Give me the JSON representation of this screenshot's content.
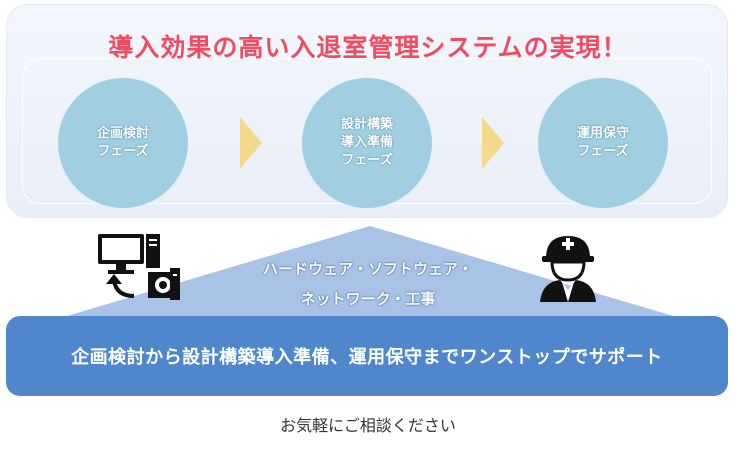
{
  "headline": "導入効果の高い入退室管理システムの実現！",
  "phases": [
    {
      "label": "企画検討\nフェーズ"
    },
    {
      "label": "設計構築\n導入準備\nフェーズ"
    },
    {
      "label": "運用保守\nフェーズ"
    }
  ],
  "triangle_text": {
    "line1": "ハードウェア・ソフトウェア・",
    "line2": "ネットワーク・工事"
  },
  "banner": "企画検討から設計構築導入準備、運用保守までワンストップでサポート",
  "cta": "お気軽にご相談ください",
  "icons": [
    "computer-icon",
    "worker-helmet-icon"
  ],
  "colors": {
    "headline": "#ef4b62",
    "phase_circle": "#9fcfe0",
    "arrow": "#f5d98a",
    "triangle": "#a9c3e7",
    "banner": "#4f86cc"
  }
}
